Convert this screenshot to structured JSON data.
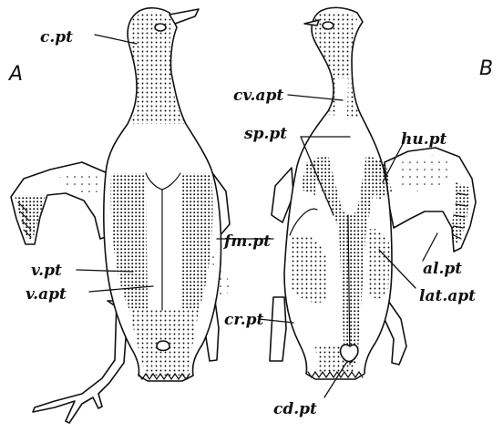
{
  "panels": {
    "left": "A",
    "right": "B"
  },
  "labels": {
    "c_pt": "c.pt",
    "cv_apt": "cv.apt",
    "sp_pt": "sp.pt",
    "hu_pt": "hu.pt",
    "fm_pt": "fm.pt",
    "v_pt": "v.pt",
    "v_apt": "v.apt",
    "al_pt": "al.pt",
    "lat_apt": "lat.apt",
    "cr_pt": "cr.pt",
    "cd_pt": "cd.pt"
  }
}
